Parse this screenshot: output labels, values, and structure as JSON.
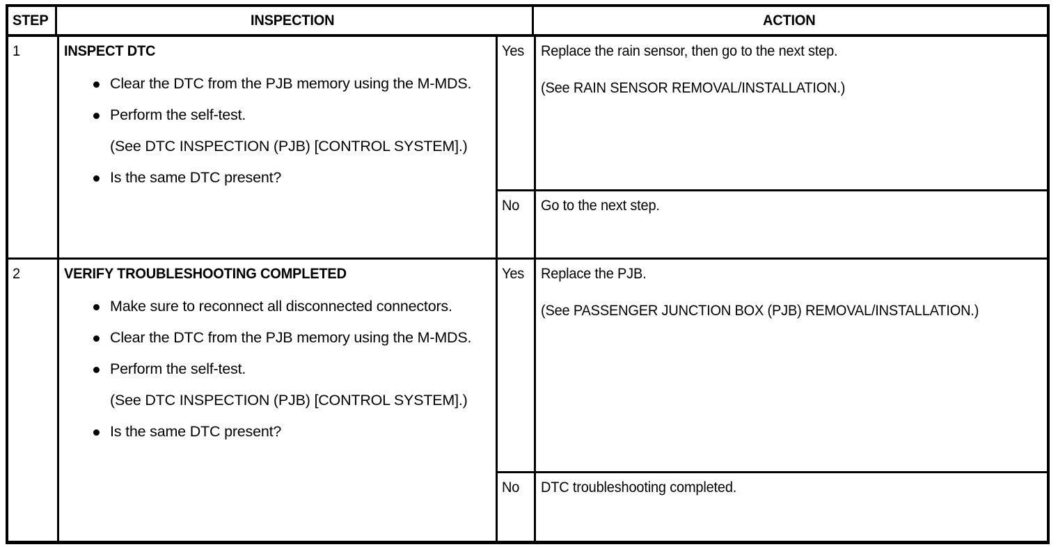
{
  "table": {
    "headers": {
      "step": "STEP",
      "inspection": "INSPECTION",
      "action": "ACTION"
    },
    "rows": [
      {
        "step": "1",
        "inspection": {
          "title": "INSPECT DTC",
          "items": [
            "Clear the DTC from the PJB memory using the M-MDS.",
            "Perform the self-test.",
            "(See DTC INSPECTION (PJB) [CONTROL SYSTEM].)",
            "Is the same DTC present?"
          ]
        },
        "branches": [
          {
            "label": "Yes",
            "lines": [
              "Replace the rain sensor, then go to the next step.",
              "(See RAIN SENSOR REMOVAL/INSTALLATION.)"
            ]
          },
          {
            "label": "No",
            "lines": [
              "Go to the next step."
            ]
          }
        ]
      },
      {
        "step": "2",
        "inspection": {
          "title": "VERIFY TROUBLESHOOTING COMPLETED",
          "items": [
            "Make sure to reconnect all disconnected connectors.",
            "Clear the DTC from the PJB memory using the M-MDS.",
            "Perform the self-test.",
            "(See DTC INSPECTION (PJB) [CONTROL SYSTEM].)",
            "Is the same DTC present?"
          ]
        },
        "branches": [
          {
            "label": "Yes",
            "lines": [
              "Replace the PJB.",
              "(See PASSENGER JUNCTION BOX (PJB) REMOVAL/INSTALLATION.)"
            ]
          },
          {
            "label": "No",
            "lines": [
              "DTC troubleshooting completed."
            ]
          }
        ]
      }
    ]
  },
  "colors": {
    "rule": "#000000",
    "background": "#ffffff",
    "text": "#000000"
  }
}
